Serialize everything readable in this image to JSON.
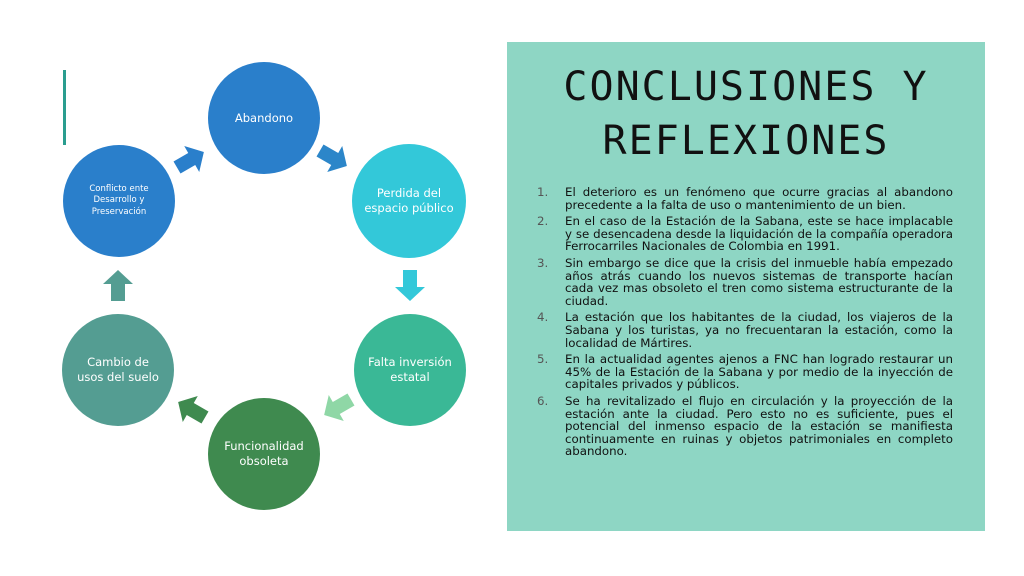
{
  "diagram": {
    "nodes": [
      {
        "id": "abandono",
        "label": "Abandono",
        "color": "#2a7fcb",
        "text_color": "#ffffff"
      },
      {
        "id": "perdida",
        "label": "Perdida del espacio público",
        "color": "#33c8d9",
        "text_color": "#ffffff"
      },
      {
        "id": "falta",
        "label": "Falta inversión estatal",
        "color": "#3ab896",
        "text_color": "#ffffff"
      },
      {
        "id": "funcionalidad",
        "label": "Funcionalidad obsoleta",
        "color": "#3f8a4f",
        "text_color": "#ffffff"
      },
      {
        "id": "cambio",
        "label": "Cambio de usos del suelo",
        "color": "#549d92",
        "text_color": "#ffffff"
      },
      {
        "id": "conflicto",
        "label": "Conflicto ente Desarrollo y Preservación",
        "color": "#2a7fcb",
        "text_color": "#ffffff"
      }
    ],
    "arrows": [
      {
        "from": "abandono",
        "to": "perdida",
        "color": "#2c86c9"
      },
      {
        "from": "perdida",
        "to": "falta",
        "color": "#33c8d9"
      },
      {
        "from": "falta",
        "to": "funcionalidad",
        "color": "#8fd7a6"
      },
      {
        "from": "funcionalidad",
        "to": "cambio",
        "color": "#3f8a4f"
      },
      {
        "from": "cambio",
        "to": "conflicto",
        "color": "#549d92"
      },
      {
        "from": "conflicto",
        "to": "abandono",
        "color": "#2a7fcb"
      }
    ]
  },
  "panel": {
    "background": "#8ed6c4",
    "title": "CONCLUSIONES Y REFLEXIONES",
    "items": [
      {
        "number": "1.",
        "text": "El deterioro es un fenómeno que ocurre gracias al abandono precedente a la falta de uso o mantenimiento de un bien."
      },
      {
        "number": "2.",
        "text": "En el caso de la Estación de la Sabana, este se hace implacable y se desencadena desde la liquidación de la compañía operadora Ferrocarriles Nacionales de Colombia en 1991."
      },
      {
        "number": "3.",
        "text": "Sin embargo se dice que la crisis del inmueble había empezado años atrás cuando los nuevos sistemas de transporte hacían cada vez mas obsoleto el tren como sistema estructurante de la ciudad."
      },
      {
        "number": "4.",
        "text": "La estación que los habitantes de la ciudad, los viajeros de la Sabana y los turistas, ya no frecuentaran la estación, como la localidad de Mártires."
      },
      {
        "number": "5.",
        "text": "En la  actualidad agentes ajenos a FNC han logrado restaurar un 45% de la Estación de la Sabana y por medio de la inyección de capitales privados y públicos."
      },
      {
        "number": "6.",
        "text": "Se ha revitalizado el flujo en circulación y la proyección de la estación ante la ciudad. Pero esto no es suficiente, pues el potencial del inmenso espacio de la estación se manifiesta continuamente en ruinas y objetos patrimoniales en completo abandono."
      }
    ]
  }
}
